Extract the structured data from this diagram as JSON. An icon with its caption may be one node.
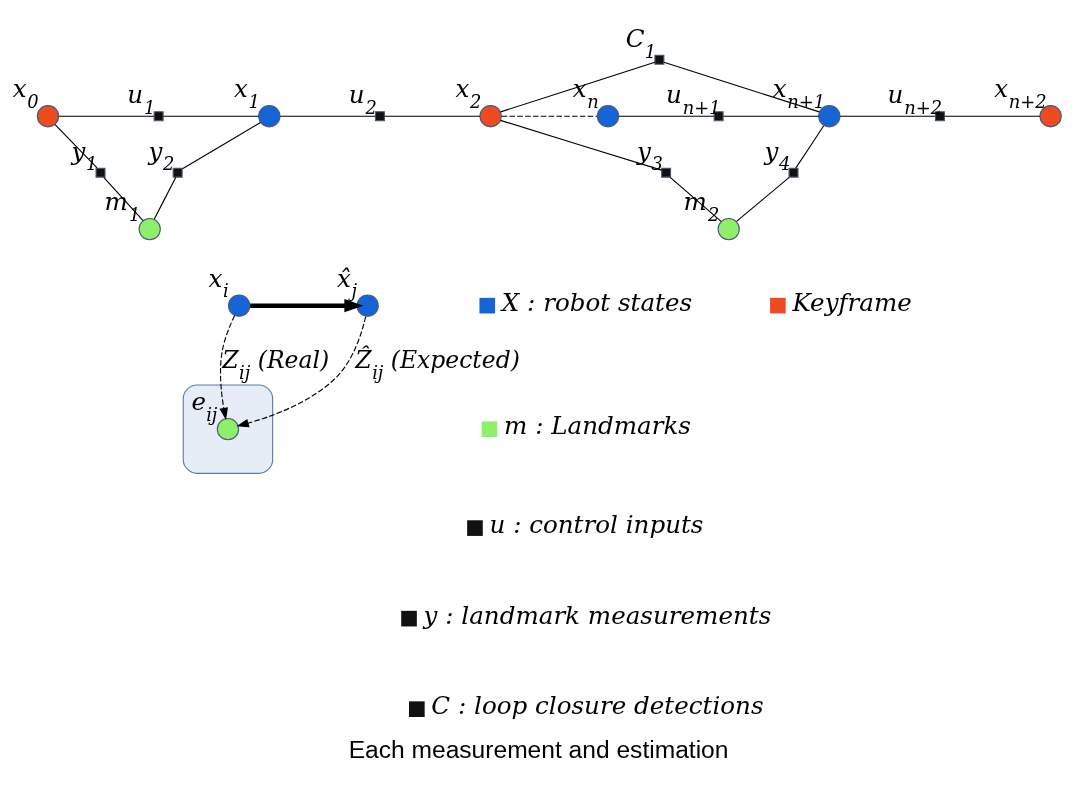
{
  "diagram": {
    "caption": "Each measurement and estimation",
    "nodes": [
      {
        "text": [],
        "shape": "circle",
        "beside": [
          "x$_{0}$"
        ]
      },
      {
        "text": [],
        "shape": "box",
        "beside": [
          "u$_{1}$"
        ]
      },
      {
        "text": [],
        "shape": "circle",
        "beside": [
          "x$_{1}$"
        ]
      },
      {
        "text": [],
        "shape": "box",
        "beside": [
          "u$_{2}$"
        ]
      },
      {
        "text": [],
        "shape": "circle",
        "beside": [
          "x$_{2}$"
        ]
      },
      {
        "text": [],
        "shape": "circle",
        "beside": [
          "x$_{n}$"
        ]
      },
      {
        "text": [],
        "shape": "box",
        "beside": [
          "u$_{n+1}$"
        ]
      },
      {
        "text": [],
        "shape": "circle",
        "beside": [
          "x$_{n+1}$"
        ]
      },
      {
        "text": [],
        "shape": "box",
        "beside": [
          "u$_{n+2}$"
        ]
      },
      {
        "text": [],
        "shape": "circle",
        "beside": [
          "x$_{n+2}$"
        ]
      },
      {
        "text": [],
        "shape": "box",
        "beside": [
          "C$_{1}$"
        ]
      },
      {
        "text": [],
        "shape": "box",
        "beside": [
          "y$_{1}$"
        ]
      },
      {
        "text": [],
        "shape": "box",
        "beside": [
          "y$_{2}$"
        ]
      },
      {
        "text": [],
        "shape": "box",
        "beside": [
          "y$_{3}$"
        ]
      },
      {
        "text": [],
        "shape": "box",
        "beside": [
          "y$_{4}$"
        ]
      },
      {
        "text": [],
        "shape": "circle",
        "beside": [
          "m$_{1}$"
        ]
      },
      {
        "text": [],
        "shape": "circle",
        "beside": [
          "m$_{2}$"
        ]
      },
      {
        "text": [],
        "shape": "ellipse"
      },
      {
        "text": [],
        "shape": "circle",
        "beside": [
          "e$_{ij}$"
        ],
        "in": 17
      },
      {
        "text": [],
        "shape": "circle",
        "beside": [
          "x$_{i}$"
        ]
      },
      {
        "text": [],
        "shape": "circle",
        "beside": [
          "x̂$_{j}$"
        ]
      }
    ],
    "edges": [
      {
        "from": 0,
        "to": 1,
        "arrow": "none"
      },
      {
        "from": 1,
        "to": 2,
        "arrow": "none"
      },
      {
        "from": 2,
        "to": 3,
        "arrow": "none"
      },
      {
        "from": 3,
        "to": 4,
        "arrow": "none"
      },
      {
        "from": 4,
        "to": 5,
        "arrow": "none",
        "style": "dashed"
      },
      {
        "from": 5,
        "to": 6,
        "arrow": "none"
      },
      {
        "from": 6,
        "to": 7,
        "arrow": "none"
      },
      {
        "from": 7,
        "to": 8,
        "arrow": "none"
      },
      {
        "from": 8,
        "to": 9,
        "arrow": "none"
      },
      {
        "from": 10,
        "to": 4,
        "arrow": "none"
      },
      {
        "from": 10,
        "to": 7,
        "arrow": "none"
      },
      {
        "from": 0,
        "to": 11,
        "arrow": "none"
      },
      {
        "from": 11,
        "to": 15,
        "arrow": "none"
      },
      {
        "from": 2,
        "to": 12,
        "arrow": "none"
      },
      {
        "from": 12,
        "to": 15,
        "arrow": "none"
      },
      {
        "from": 4,
        "to": 13,
        "arrow": "none"
      },
      {
        "from": 13,
        "to": 16,
        "arrow": "none"
      },
      {
        "from": 7,
        "to": 14,
        "arrow": "none"
      },
      {
        "from": 14,
        "to": 16,
        "arrow": "none"
      },
      {
        "from": 19,
        "to": 18,
        "arrow": "to",
        "style": "dashed",
        "label": "Z$_{ij}$ (Real)"
      },
      {
        "from": 20,
        "to": 18,
        "arrow": "to",
        "style": "dashed",
        "label": "Ẑ$_{ij}$ (Expected)"
      },
      {
        "from": 19,
        "to": 20,
        "arrow": "to",
        "style": "thick"
      }
    ],
    "legend": [
      {
        "text": "X : robot states",
        "color": "#1565d8"
      },
      {
        "text": "Keyframe",
        "color": "#ee4b1f"
      },
      {
        "text": "m : Landmarks",
        "color": "#8ef06a"
      },
      {
        "text": "u : control inputs",
        "color": "#111111"
      },
      {
        "text": "y : landmark measurements",
        "color": "#111111"
      },
      {
        "text": "C : loop closure detections",
        "color": "#111111"
      }
    ]
  }
}
